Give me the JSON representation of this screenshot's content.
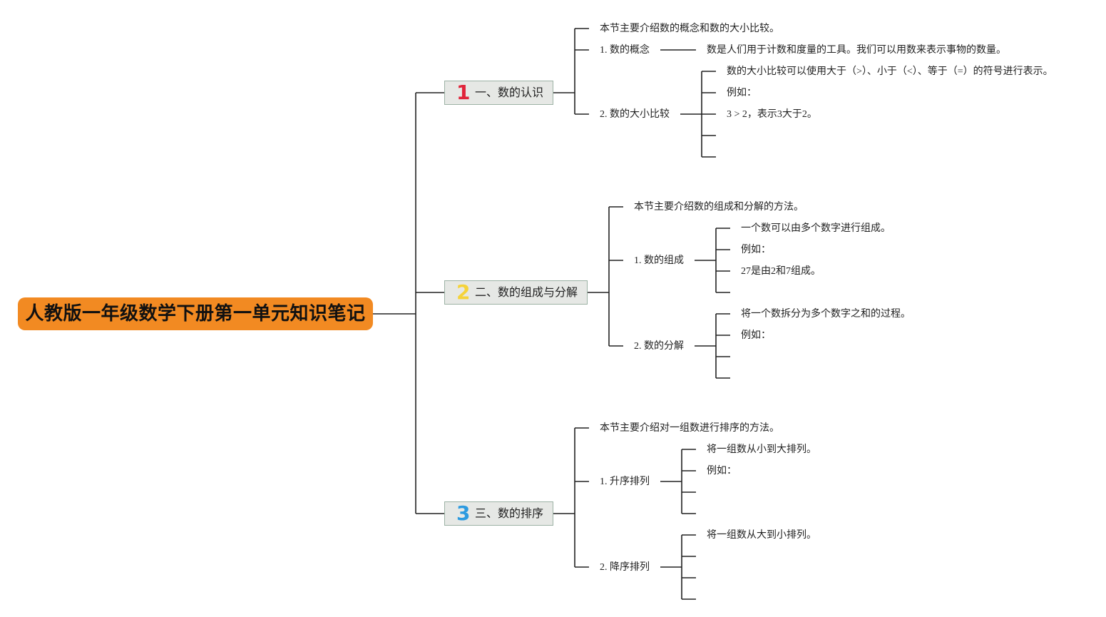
{
  "root": {
    "title": "人教版一年级数学下册第一单元知识笔记"
  },
  "colors": {
    "root_bg": "#f28a22",
    "branch_bg": "#e6e8e5",
    "num1": "#e0243a",
    "num2": "#f5d33a",
    "num3": "#2d9be0",
    "line": "#222222"
  },
  "branches": [
    {
      "num": "1",
      "label": "一、数的认识",
      "intro": "本节主要介绍数的概念和数的大小比较。",
      "sub1": {
        "label": "1. 数的概念",
        "text": "数是人们用于计数和度量的工具。我们可以用数来表示事物的数量。"
      },
      "sub2": {
        "label": "2. 数的大小比较",
        "items": [
          "数的大小比较可以使用大于（>）、小于（<）、等于（=）的符号进行表示。",
          "例如：",
          "3 > 2，表示3大于2。",
          "",
          ""
        ]
      }
    },
    {
      "num": "2",
      "label": "二、数的组成与分解",
      "intro": "本节主要介绍数的组成和分解的方法。",
      "sub1": {
        "label": "1. 数的组成",
        "items": [
          "一个数可以由多个数字进行组成。",
          "例如：",
          "27是由2和7组成。",
          ""
        ]
      },
      "sub2": {
        "label": "2. 数的分解",
        "items": [
          "将一个数拆分为多个数字之和的过程。",
          "例如：",
          "",
          ""
        ]
      }
    },
    {
      "num": "3",
      "label": "三、数的排序",
      "intro": "本节主要介绍对一组数进行排序的方法。",
      "sub1": {
        "label": "1. 升序排列",
        "items": [
          "将一组数从小到大排列。",
          "例如：",
          "",
          ""
        ]
      },
      "sub2": {
        "label": "2. 降序排列",
        "items": [
          "将一组数从大到小排列。",
          "",
          "",
          ""
        ]
      }
    }
  ]
}
